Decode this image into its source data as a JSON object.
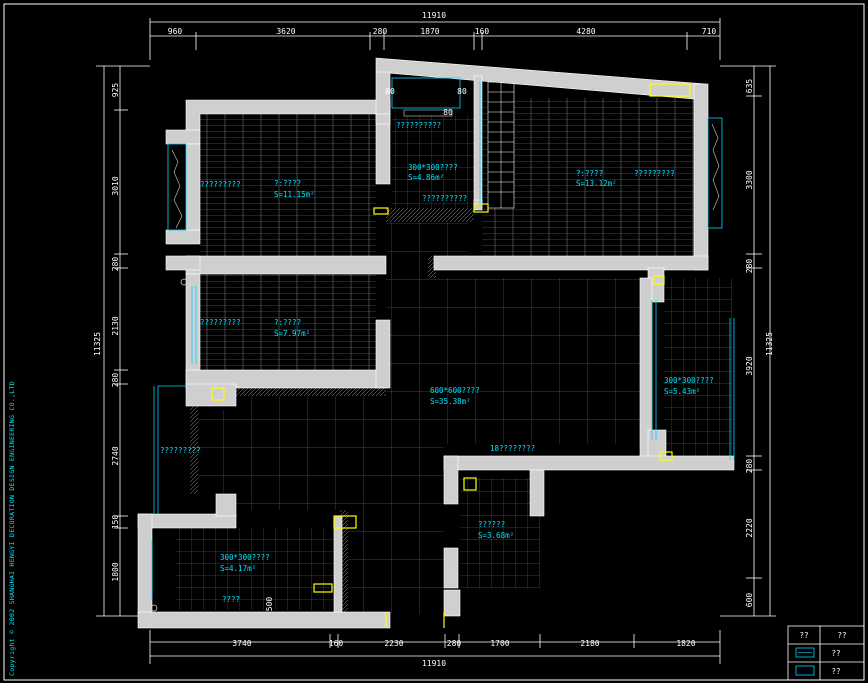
{
  "dims": {
    "top_total": "11910",
    "top": [
      "960",
      "3620",
      "280",
      "1870",
      "160",
      "4280",
      "710"
    ],
    "bottom_total": "11910",
    "bottom": [
      "3740",
      "160",
      "2230",
      "280",
      "1700",
      "2180",
      "1820"
    ],
    "left_total": "11325",
    "left": [
      "925",
      "3010",
      "280",
      "2130",
      "280",
      "2740",
      "150",
      "1800"
    ],
    "right_total": "11325",
    "right": [
      "635",
      "3300",
      "280",
      "3920",
      "280",
      "2220",
      "600"
    ],
    "inner": [
      "80",
      "80",
      "80",
      "500"
    ]
  },
  "rooms": [
    {
      "label": "??????????",
      "area": ""
    },
    {
      "label": "?????????",
      "area": ""
    },
    {
      "label": "300*300????",
      "area": "S=4.86m²"
    },
    {
      "label": "??????????",
      "area": ""
    },
    {
      "label": "?????????",
      "area": ""
    },
    {
      "label": "?????????",
      "area": ""
    },
    {
      "label": "?????????",
      "area": ""
    },
    {
      "label": "?:????",
      "area": "S=11.15m²"
    },
    {
      "label": "?:????",
      "area": "S=13.12m²"
    },
    {
      "label": "?:????",
      "area": "S=7.97m²"
    },
    {
      "label": "600*600????",
      "area": "S=35.38m²"
    },
    {
      "label": "300*300????",
      "area": "S=5.43m²"
    },
    {
      "label": "18????????",
      "area": ""
    },
    {
      "label": "??????",
      "area": "S=3.68m²"
    },
    {
      "label": "300*300????",
      "area": "S=4.17m²"
    },
    {
      "label": "????",
      "area": ""
    },
    {
      "label": "????",
      "area": ""
    }
  ],
  "copyright": "Copyright © 2002 SHANGHAI HENGYI DECORATION DESIGN ENGINEERING CO.,LTD",
  "title_block": {
    "cells": [
      "??",
      "??",
      "??",
      "??"
    ]
  }
}
